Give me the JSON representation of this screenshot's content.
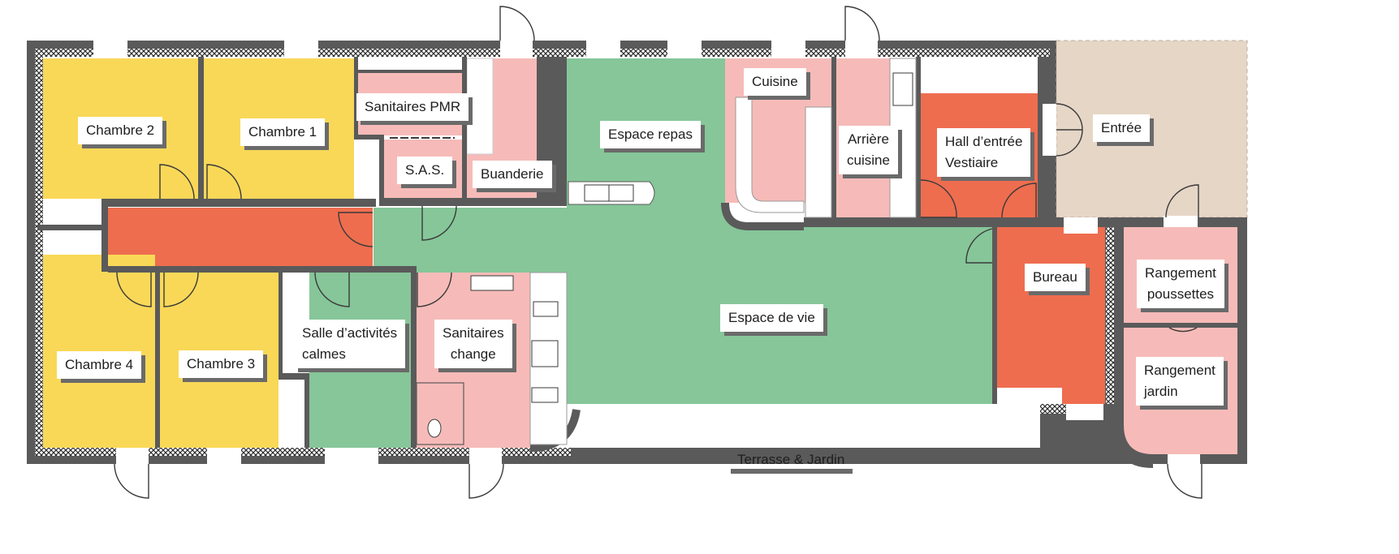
{
  "colors": {
    "wall": "#5a5a5a",
    "wall_hatch": "#2c2c2c",
    "bedroom": "#f9d858",
    "circulation": "#ee6d4f",
    "service": "#f6bbb8",
    "living": "#86c699",
    "entrance": "#e6d6c6",
    "opening": "#ffffff",
    "label_shadow": "#6a6a6a"
  },
  "rooms": {
    "chambre_2": "Chambre 2",
    "chambre_1": "Chambre 1",
    "chambre_4": "Chambre 4",
    "chambre_3": "Chambre 3",
    "sanitaires_pmr": "Sanitaires PMR",
    "sas": "S.A.S.",
    "buanderie": "Buanderie",
    "espace_repas": "Espace repas",
    "cuisine": "Cuisine",
    "arriere_cuisine_1": "Arrière",
    "arriere_cuisine_2": "cuisine",
    "hall_1": "Hall d’entrée",
    "hall_2": "Vestiaire",
    "entree": "Entrée",
    "bureau": "Bureau",
    "rangement_poussettes_1": "Rangement",
    "rangement_poussettes_2": "poussettes",
    "rangement_jardin_1": "Rangement",
    "rangement_jardin_2": "jardin",
    "espace_de_vie": "Espace de vie",
    "salle_activites_1": "Salle d’activités",
    "salle_activites_2": "calmes",
    "sanitaires_change_1": "Sanitaires",
    "sanitaires_change_2": "change",
    "terrasse": "Terrasse & Jardin"
  }
}
